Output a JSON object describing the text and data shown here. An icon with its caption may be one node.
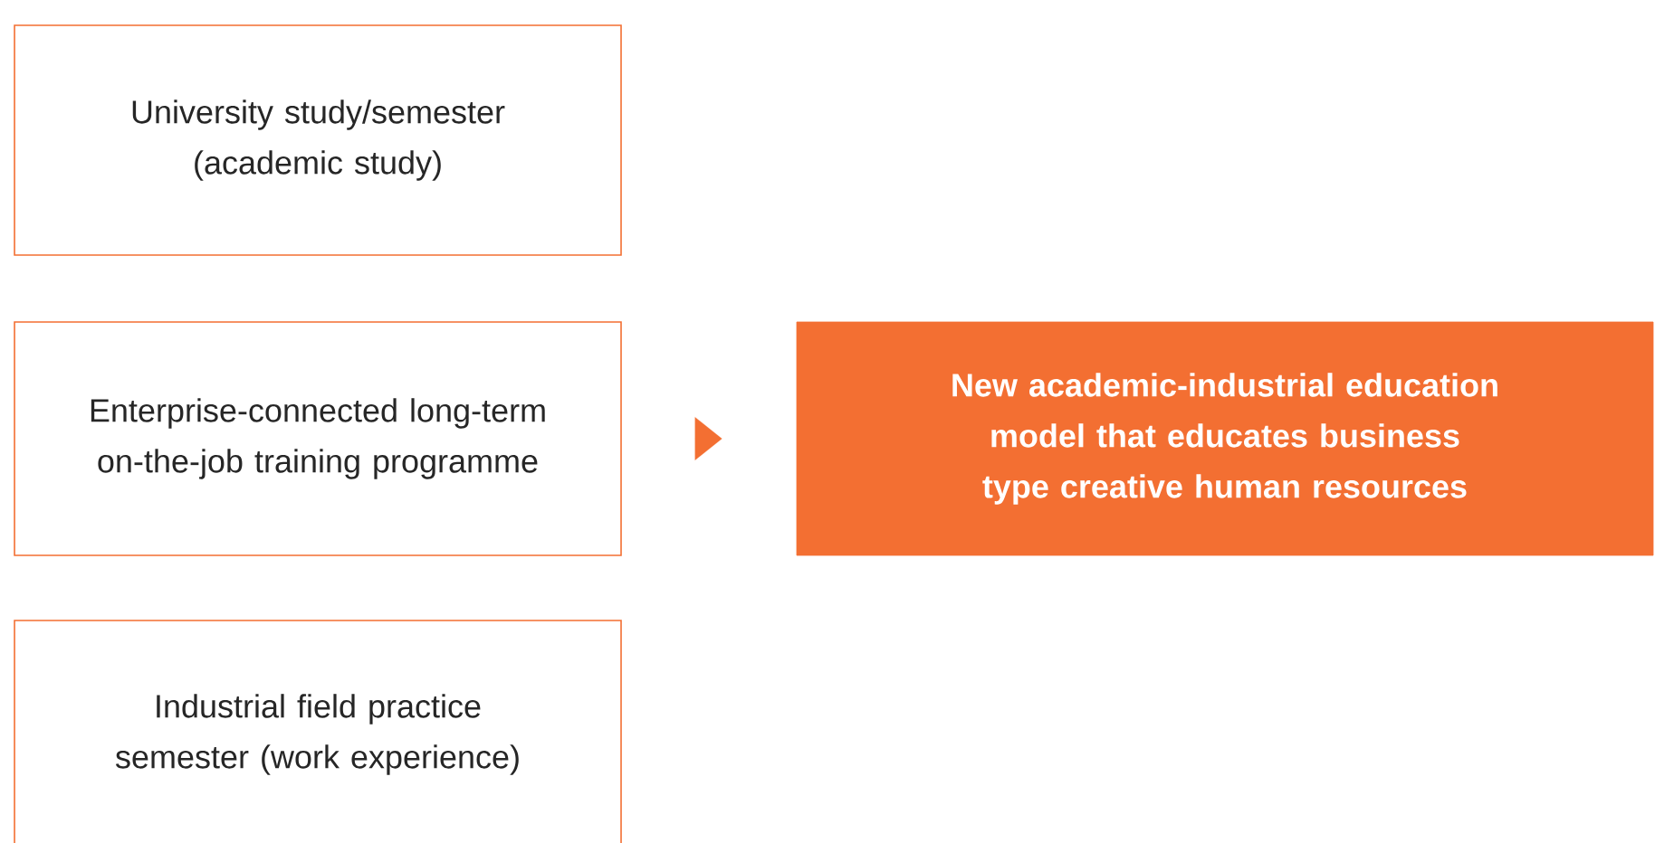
{
  "diagram": {
    "nodes": [
      {
        "text": [
          "University study/semester (academic study)"
        ]
      },
      {
        "text": [
          "Enterprise-connected long-term on-the-job training programme"
        ]
      },
      {
        "text": [
          "Industrial field practice semester (work experience)"
        ]
      },
      {
        "text": [
          "New academic-industrial education model that educates business type creative human resources"
        ]
      }
    ],
    "edges": [
      {
        "from": 1,
        "to": 3,
        "arrow": "to"
      }
    ]
  }
}
